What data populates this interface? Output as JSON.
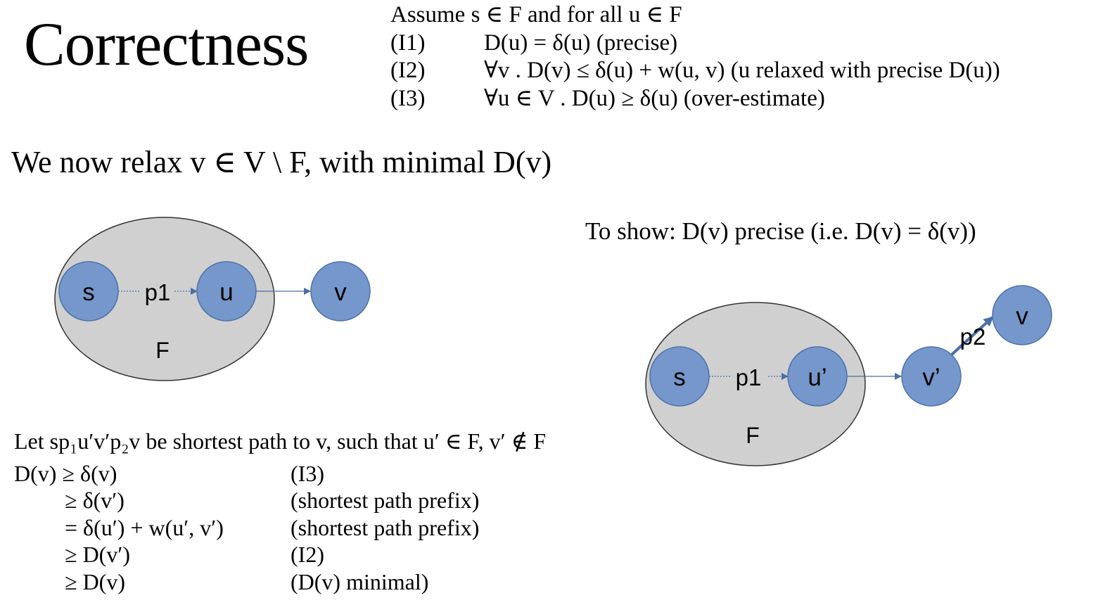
{
  "slide": {
    "title": "Correctness",
    "assume": "Assume s ∈ F and for all u ∈ F",
    "invariants": [
      {
        "label": "(I1)",
        "text": "D(u) = δ(u) (precise)"
      },
      {
        "label": "(I2)",
        "text": "∀v . D(v) ≤ δ(u) + w(u, v) (u relaxed with precise D(u))"
      },
      {
        "label": "(I3)",
        "text": "∀u ∈ V . D(u) ≥ δ(u) (over-estimate)"
      }
    ],
    "relax_statement": "We now relax v ∈ V \\ F, with minimal D(v)",
    "to_show": "To show: D(v) precise (i.e. D(v) = δ(v))",
    "let_statement": "Let sp₁u′v′p₂v be shortest path to v, such that u′ ∈ F, v′ ∉ F",
    "proof_steps": [
      {
        "expr": "D(v) ≥ δ(v)",
        "justification": "(I3)"
      },
      {
        "expr": "≥ δ(v′)",
        "justification": "(shortest path prefix)"
      },
      {
        "expr": "= δ(u′) + w(u′, v′)",
        "justification": "(shortest path prefix)"
      },
      {
        "expr": "≥ D(v′)",
        "justification": "(I2)"
      },
      {
        "expr": "≥ D(v)",
        "justification": "(D(v) minimal)"
      }
    ]
  },
  "diagram_left": {
    "region_label": "F",
    "nodes": {
      "s": "s",
      "u": "u",
      "v": "v"
    },
    "edge_labels": {
      "p1": "p1"
    }
  },
  "diagram_right": {
    "region_label": "F",
    "nodes": {
      "s": "s",
      "u_prime": "u’",
      "v_prime": "v’",
      "v": "v"
    },
    "edge_labels": {
      "p1": "p1",
      "p2": "p2"
    }
  },
  "colors": {
    "node_fill": "#7597cb",
    "node_stroke": "#4d71ab",
    "region_fill": "#d0d0d0",
    "region_stroke": "#333333",
    "edge": "#4a6ea8"
  }
}
